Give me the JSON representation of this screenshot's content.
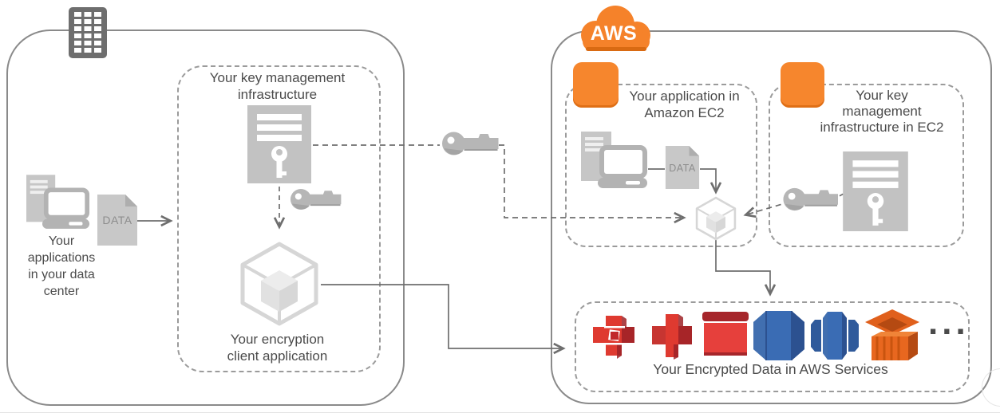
{
  "labels": {
    "aws_cloud": "AWS",
    "data_center_apps": "Your\napplications\nin your data\ncenter",
    "data_doc_left": "DATA",
    "key_mgmt_infra": "Your key management\ninfrastructure",
    "encryption_client": "Your encryption\nclient application",
    "app_in_ec2": "Your application in\nAmazon EC2",
    "data_doc_ec2": "DATA",
    "key_mgmt_infra_ec2": "Your key\nmanagement\ninfrastructure in EC2",
    "encrypted_data_services": "Your Encrypted Data in AWS Services",
    "more_services_ellipsis": "..."
  },
  "colors": {
    "aws_orange": "#F5822A",
    "icon_gray": "#C2C2C2",
    "building_gray": "#6E6E6E",
    "line_gray": "#6E6E6E",
    "text_gray": "#4B4B4B",
    "service_red": "#DF3A30",
    "service_dark_red": "#9E2227",
    "service_blue": "#3A6CB4",
    "service_dark_blue": "#2F5A9B",
    "service_orange": "#E8671F"
  },
  "services_icons": [
    "s3",
    "ebs-volume",
    "glacier",
    "dynamodb",
    "rds",
    "emr"
  ]
}
